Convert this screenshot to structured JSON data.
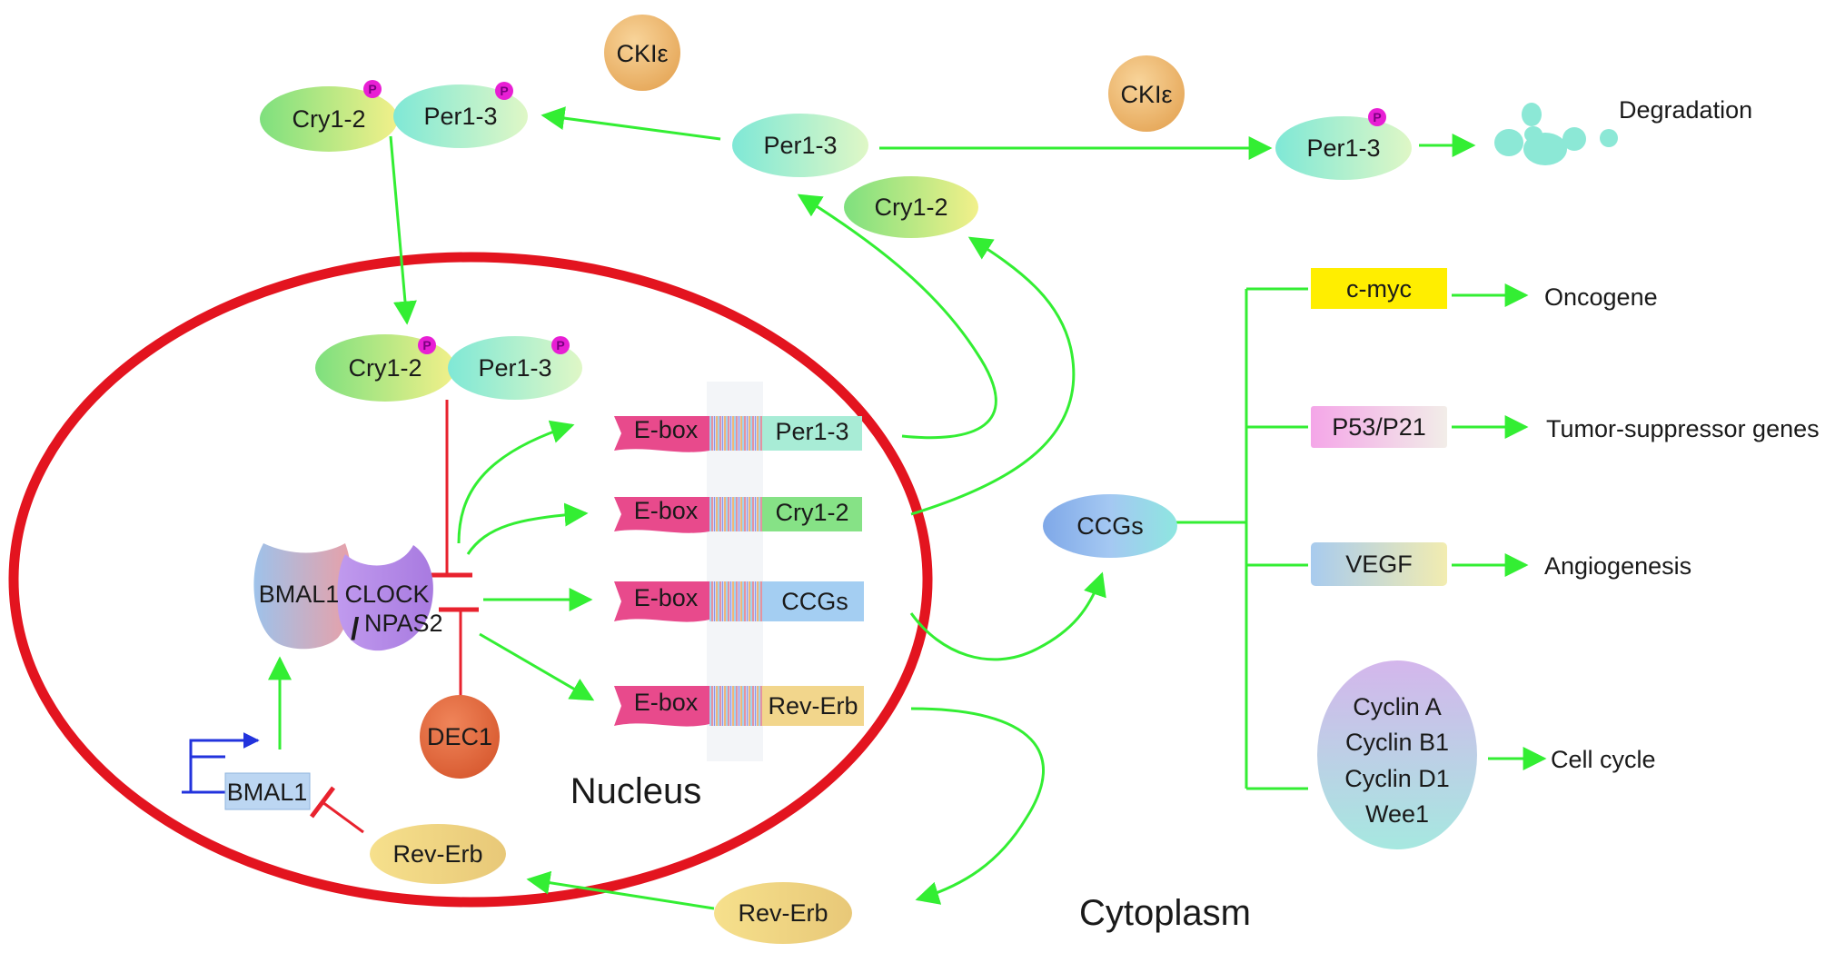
{
  "proteins": {
    "ckie_left": "CKIε",
    "ckie_right": "CKIε",
    "cry_top": "Cry1-2",
    "per_top": "Per1-3",
    "per_free": "Per1-3",
    "per_phos_right": "Per1-3",
    "cry_free": "Cry1-2",
    "cry_nucleus": "Cry1-2",
    "per_nucleus": "Per1-3",
    "ccgs_oval": "CCGs",
    "dec1": "DEC1",
    "rev_erb_inner": "Rev-Erb",
    "rev_erb_outer": "Rev-Erb",
    "phospho_mark": "P"
  },
  "complex": {
    "bmal1": "BMAL1",
    "clock": "CLOCK",
    "slash": "/",
    "npas2": "NPAS2"
  },
  "bmal1_gene": "BMAL1",
  "genes": [
    {
      "ebox": "E-box",
      "target": "Per1-3"
    },
    {
      "ebox": "E-box",
      "target": "Cry1-2"
    },
    {
      "ebox": "E-box",
      "target": "CCGs"
    },
    {
      "ebox": "E-box",
      "target": "Rev-Erb"
    }
  ],
  "targets": {
    "cmyc": "c-myc",
    "p53": "P53/P21",
    "vegf": "VEGF",
    "cyclins": [
      "Cyclin A",
      "Cyclin B1",
      "Cyclin D1",
      "Wee1"
    ]
  },
  "outcomes": {
    "degradation": "Degradation",
    "oncogene": "Oncogene",
    "tumor": "Tumor-suppressor genes",
    "angiogenesis": "Angiogenesis",
    "cell_cycle": "Cell cycle"
  },
  "compartments": {
    "nucleus": "Nucleus",
    "cytoplasm": "Cytoplasm"
  },
  "colors": {
    "activation_arrow": "#33ee33",
    "inhibition": "#e8222e",
    "nucleus_border": "#e3141f",
    "promoter_arrow": "#2233dd",
    "ckie": "#f0b870",
    "dec1": "#e8693a",
    "cmyc_box": "#ffee00"
  }
}
